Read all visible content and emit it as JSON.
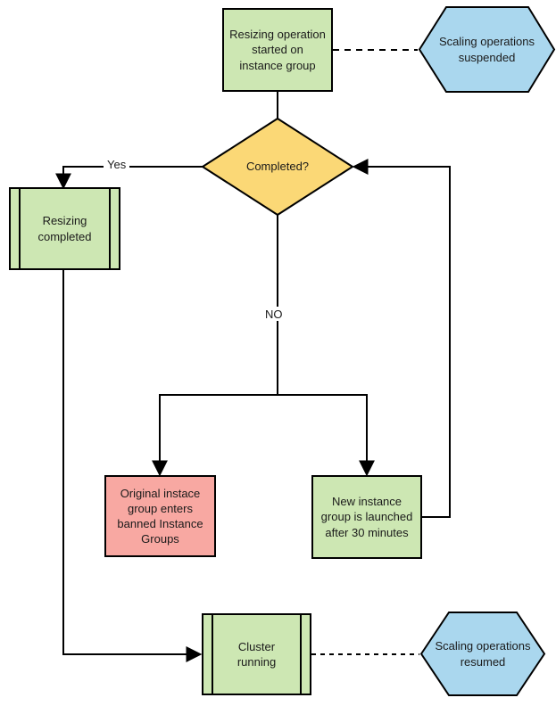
{
  "diagram": {
    "background_color": "#ffffff",
    "line_color": "#000000",
    "text_color": "#1a1a1a"
  },
  "nodes": {
    "start": {
      "label": "Resizing operation\nstarted on\ninstance group",
      "shape": "process-rectangle",
      "color": "#cde7b3"
    },
    "suspended": {
      "label": "Scaling operations\nsuspended",
      "shape": "hexagon",
      "color": "#aad7ee"
    },
    "completed": {
      "label": "Completed?",
      "shape": "decision-diamond",
      "color": "#fbd876"
    },
    "resizing_completed": {
      "label": "Resizing\ncompleted",
      "shape": "predefined-process",
      "color": "#cde7b3"
    },
    "banned": {
      "label": "Original instace\ngroup enters\nbanned Instance\nGroups",
      "shape": "process-rectangle",
      "color": "#f8a8a2"
    },
    "new_group": {
      "label": "New instance\ngroup is launched\nafter 30 minutes",
      "shape": "process-rectangle",
      "color": "#cde7b3"
    },
    "cluster": {
      "label": "Cluster\nrunning",
      "shape": "predefined-process",
      "color": "#cde7b3"
    },
    "resumed": {
      "label": "Scaling operations\nresumed",
      "shape": "hexagon",
      "color": "#aad7ee"
    }
  },
  "edges": {
    "yes_label": "Yes",
    "no_label": "NO"
  }
}
